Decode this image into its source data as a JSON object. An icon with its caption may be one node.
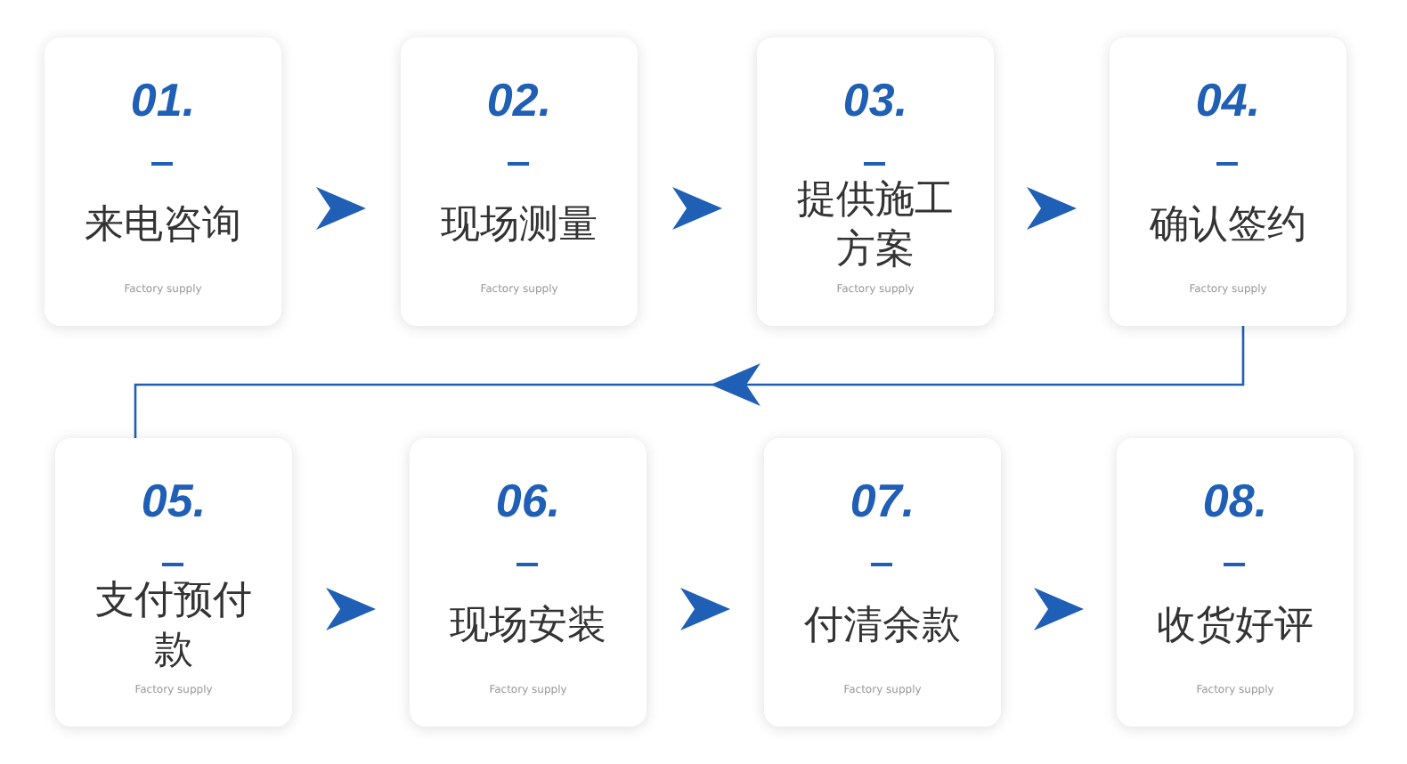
{
  "diagram": {
    "nodes": [
      {
        "text": [
          "01.",
          "来电咨询",
          "Factory supply"
        ]
      },
      {
        "text": [
          "02.",
          "现场测量",
          "Factory supply"
        ]
      },
      {
        "text": [
          "03.",
          "提供施工方案",
          "Factory supply"
        ]
      },
      {
        "text": [
          "04.",
          "确认签约",
          "Factory supply"
        ]
      },
      {
        "text": [
          "05.",
          "支付预付款",
          "Factory supply"
        ]
      },
      {
        "text": [
          "06.",
          "现场安装",
          "Factory supply"
        ]
      },
      {
        "text": [
          "07.",
          "付清余款",
          "Factory supply"
        ]
      },
      {
        "text": [
          "08.",
          "收货好评",
          "Factory supply"
        ]
      }
    ],
    "edges": [
      {
        "from": 0,
        "to": 1,
        "arrow": "to"
      },
      {
        "from": 1,
        "to": 2,
        "arrow": "to"
      },
      {
        "from": 2,
        "to": 3,
        "arrow": "to"
      },
      {
        "from": 3,
        "to": 4,
        "arrow": "to"
      },
      {
        "from": 4,
        "to": 5,
        "arrow": "to"
      },
      {
        "from": 5,
        "to": 6,
        "arrow": "to"
      },
      {
        "from": 6,
        "to": 7,
        "arrow": "to"
      }
    ]
  }
}
